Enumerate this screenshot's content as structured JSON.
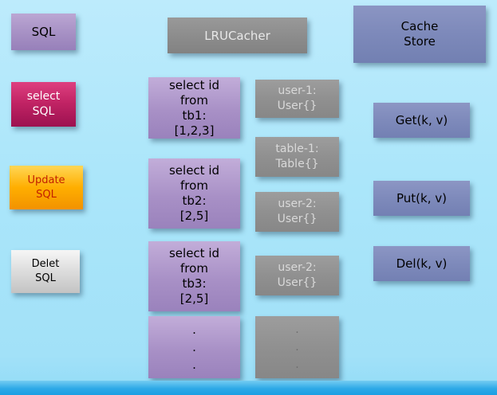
{
  "sql_types": [
    {
      "name": "sql",
      "lines": [
        "SQL"
      ]
    },
    {
      "name": "select-sql",
      "lines": [
        "select",
        "SQL"
      ]
    },
    {
      "name": "update-sql",
      "lines": [
        "Update",
        "SQL"
      ]
    },
    {
      "name": "delete-sql",
      "lines": [
        "Delet",
        "SQL"
      ]
    }
  ],
  "lru_cacher": {
    "title": "LRUCacher"
  },
  "queries": [
    {
      "lines": [
        "select id",
        "from",
        "tb1:",
        "[1,2,3]"
      ]
    },
    {
      "lines": [
        "select id",
        "from",
        "tb2:",
        "[2,5]"
      ]
    },
    {
      "lines": [
        "select id",
        "from",
        "tb3:",
        "[2,5]"
      ]
    },
    {
      "lines": [
        ".",
        ".",
        "."
      ]
    }
  ],
  "cache_entries": [
    {
      "lines": [
        "user-1:",
        "User{}"
      ]
    },
    {
      "lines": [
        "table-1:",
        "Table{}"
      ]
    },
    {
      "lines": [
        "user-2:",
        "User{}"
      ]
    },
    {
      "lines": [
        "user-2:",
        "User{}"
      ]
    },
    {
      "lines": [
        ".",
        ".",
        "."
      ]
    }
  ],
  "cache_store": {
    "lines": [
      "Cache",
      "Store"
    ]
  },
  "operations": [
    {
      "label": "Get(k, v)"
    },
    {
      "label": "Put(k, v)"
    },
    {
      "label": "Del(k, v)"
    }
  ],
  "colors": {
    "background": "#abe6fa",
    "background_bottom_band": "#1b9fe3",
    "purple_box": "#a890c6",
    "magenta_box": "#c22465",
    "orange_box": "#ffae00",
    "orange_box_text": "#c21f00",
    "silver_box": "#dcdcdc",
    "gray_box": "#909090",
    "gray_box_text": "#d9d9d9",
    "slate_blue_box": "#7e8abb"
  }
}
